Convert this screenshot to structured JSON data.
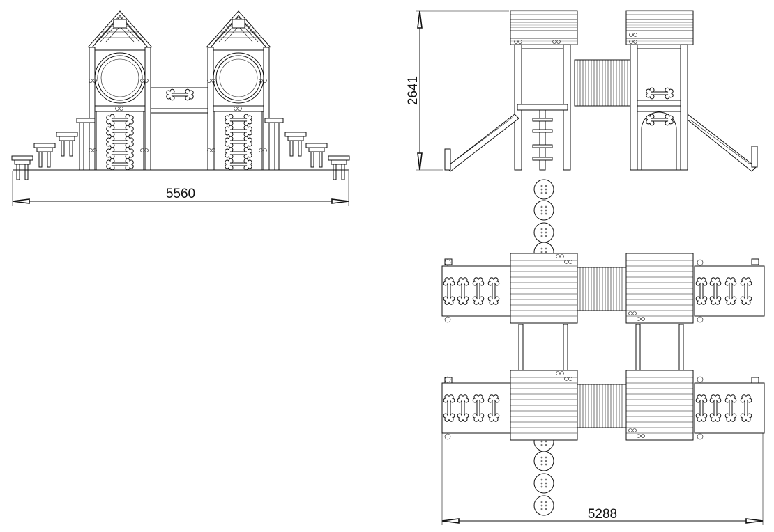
{
  "dimensions": {
    "front_width": "5560",
    "side_height": "2641",
    "plan_width": "5288"
  },
  "colors": {
    "line": "#111111",
    "background": "#ffffff"
  }
}
